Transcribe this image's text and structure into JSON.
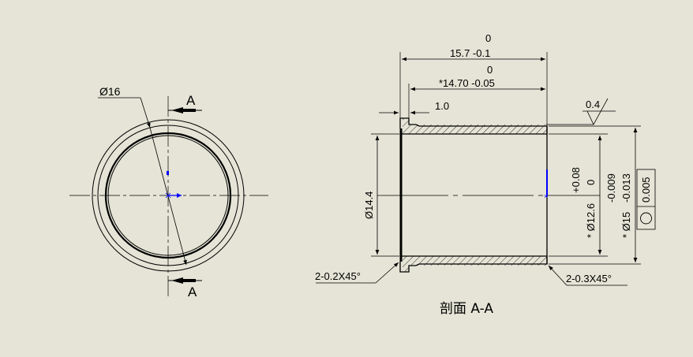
{
  "colors": {
    "background": "#e5e4d6",
    "line": "#000000",
    "center_point": "#0000ff"
  },
  "front_view": {
    "diameter_label": "Ø16",
    "section_mark_top": "A",
    "section_mark_bottom": "A"
  },
  "section_view": {
    "overall_length_upper_dev": "0",
    "overall_length": "15.7 -0.1",
    "body_length_upper_dev": "0",
    "body_length": "*14.70 -0.05",
    "flange_width": "1.0",
    "roughness_value": "0.4",
    "inner_dia_left": "Ø14.4",
    "inner_dia_right_main": "* Ø12.6",
    "inner_dia_right_upper": "+0.08",
    "inner_dia_right_lower": "0",
    "outer_dia_main": "* Ø15",
    "outer_dia_upper": "-0.009",
    "outer_dia_lower": "-0.013",
    "tolerance_value": "0.005",
    "chamfer_left": "2-0.2X45°",
    "chamfer_right": "2-0.3X45°",
    "section_title": "剖面 A-A"
  }
}
